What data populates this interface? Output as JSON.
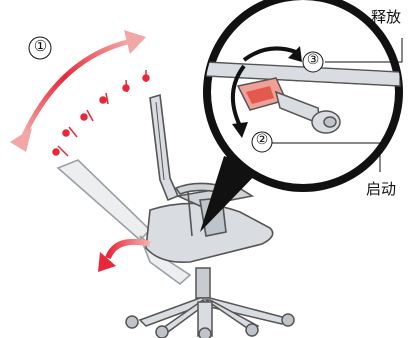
{
  "labels": {
    "step1": "①",
    "step2": "②",
    "step3": "③",
    "release": "释放",
    "activate": "启动"
  },
  "colors": {
    "arrow_red": "#e8283a",
    "arrow_red_light": "#f2a6a6",
    "chair_line": "#555555",
    "chair_fill": "#d9dde2",
    "lever_red": "#e25a4e"
  },
  "icons": [
    "recline-arc-arrow",
    "backrest-tilt-arrow",
    "rotate-cw-arrow",
    "rotate-ccw-arrow",
    "lever-icon"
  ]
}
